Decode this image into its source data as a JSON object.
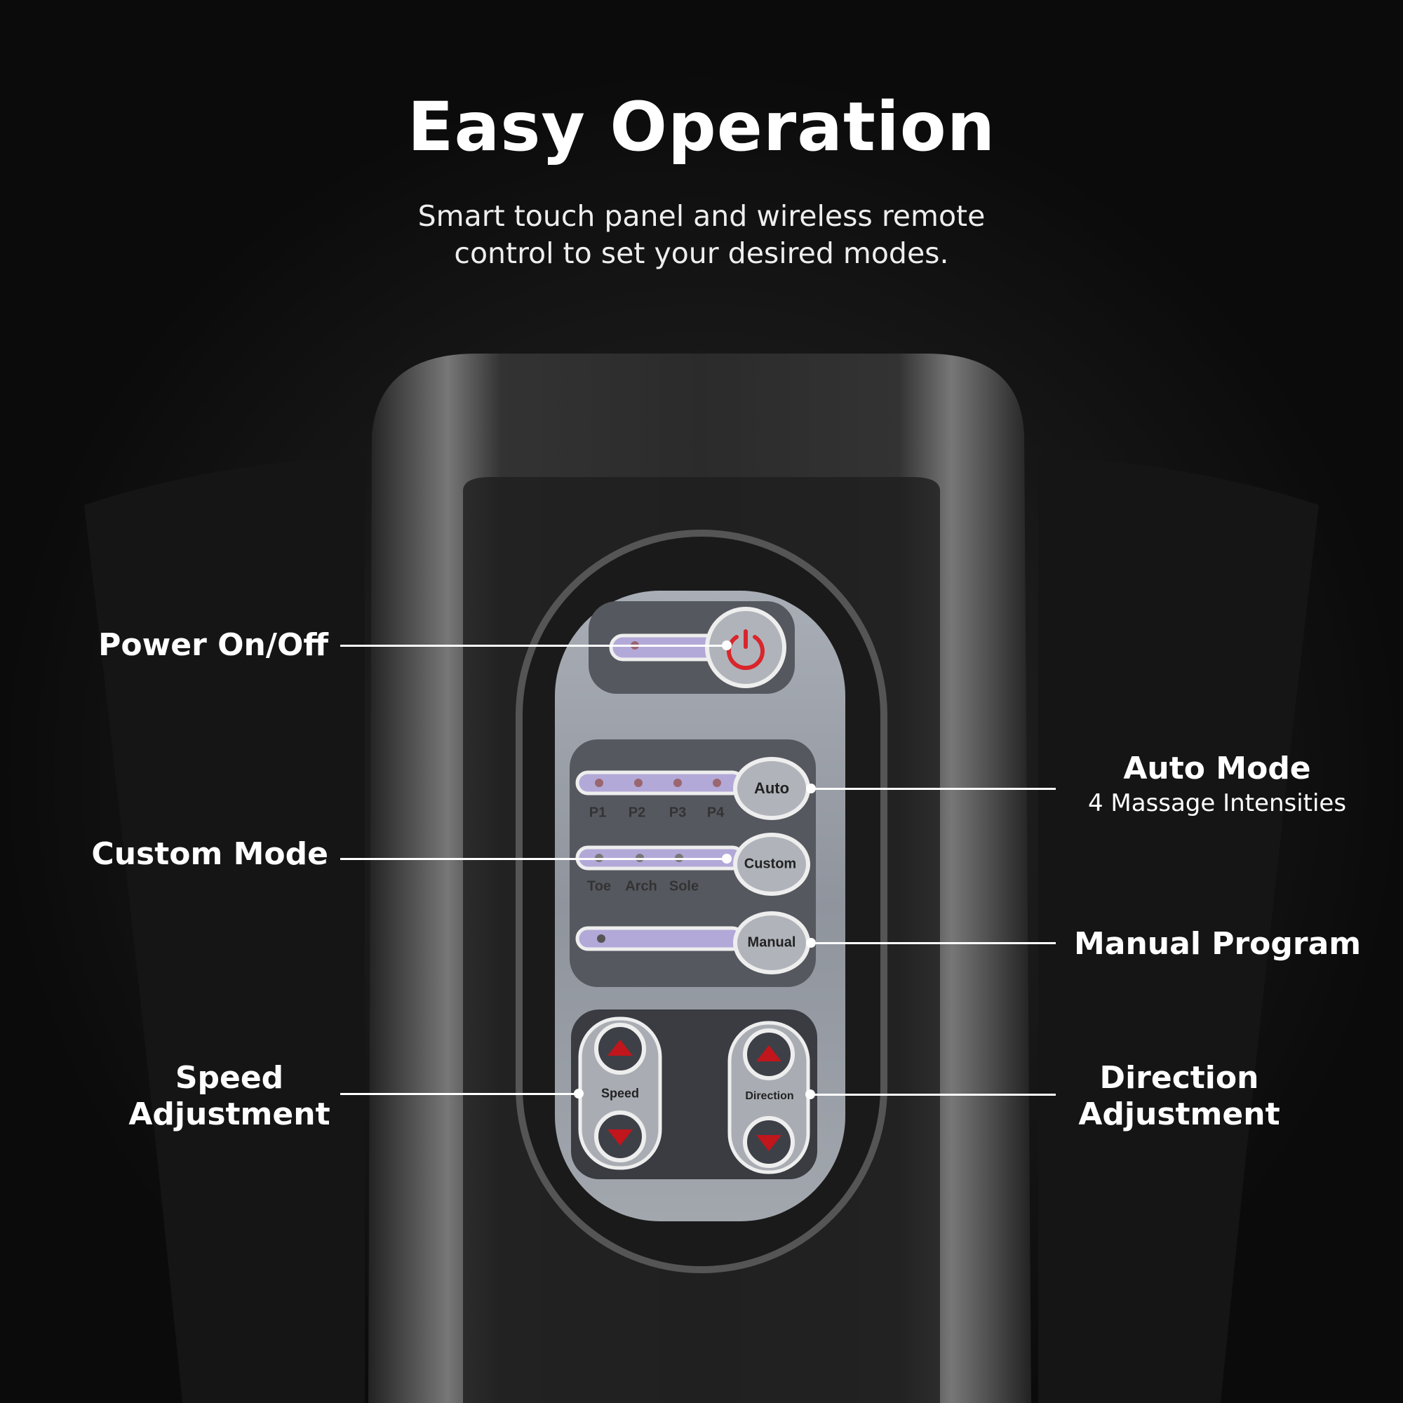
{
  "header": {
    "title": "Easy Operation",
    "subtitle_line1": "Smart touch panel and wireless remote",
    "subtitle_line2": "control to set your desired modes."
  },
  "callouts": {
    "power": "Power On/Off",
    "custom": "Custom Mode",
    "speed_line1": "Speed",
    "speed_line2": "Adjustment",
    "auto": "Auto Mode",
    "auto_sub": "4 Massage Intensities",
    "manual": "Manual Program",
    "direction_line1": "Direction",
    "direction_line2": "Adjustment"
  },
  "panel": {
    "auto_button": "Auto",
    "custom_button": "Custom",
    "manual_button": "Manual",
    "speed_label": "Speed",
    "direction_label": "Direction",
    "intensities": [
      "P1",
      "P2",
      "P3",
      "P4"
    ],
    "zones": [
      "Toe",
      "Arch",
      "Sole"
    ]
  },
  "colors": {
    "accent_red": "#d8262c",
    "slot_purple": "#b3a9d8",
    "panel_gray": "#9aa0aa"
  }
}
